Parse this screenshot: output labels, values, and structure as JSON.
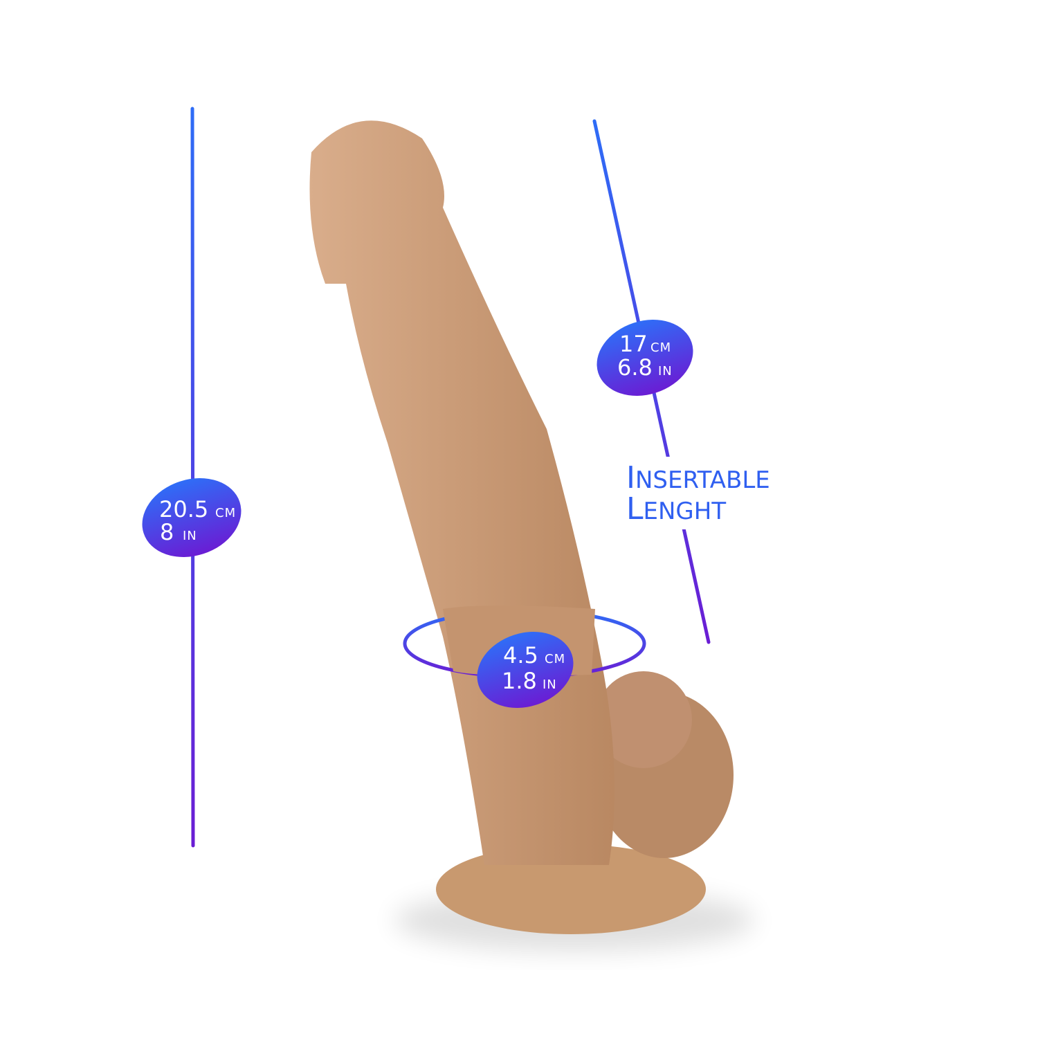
{
  "colors": {
    "gradient_top": "#2e6cf6",
    "gradient_bottom": "#6a1dd4",
    "product": "#c99a78"
  },
  "total_length": {
    "cm_value": "20.5",
    "cm_unit": "CM",
    "in_value": "8",
    "in_unit": "IN"
  },
  "insertable_length": {
    "cm_value": "17",
    "cm_unit": "CM",
    "in_value": "6.8",
    "in_unit": "IN"
  },
  "diameter": {
    "cm_value": "4.5",
    "cm_unit": "CM",
    "in_value": "1.8",
    "in_unit": "IN"
  },
  "caption": {
    "line1_initial": "I",
    "line1_rest": "NSERTABLE",
    "line2_initial": "L",
    "line2_rest": "ENGHT"
  }
}
